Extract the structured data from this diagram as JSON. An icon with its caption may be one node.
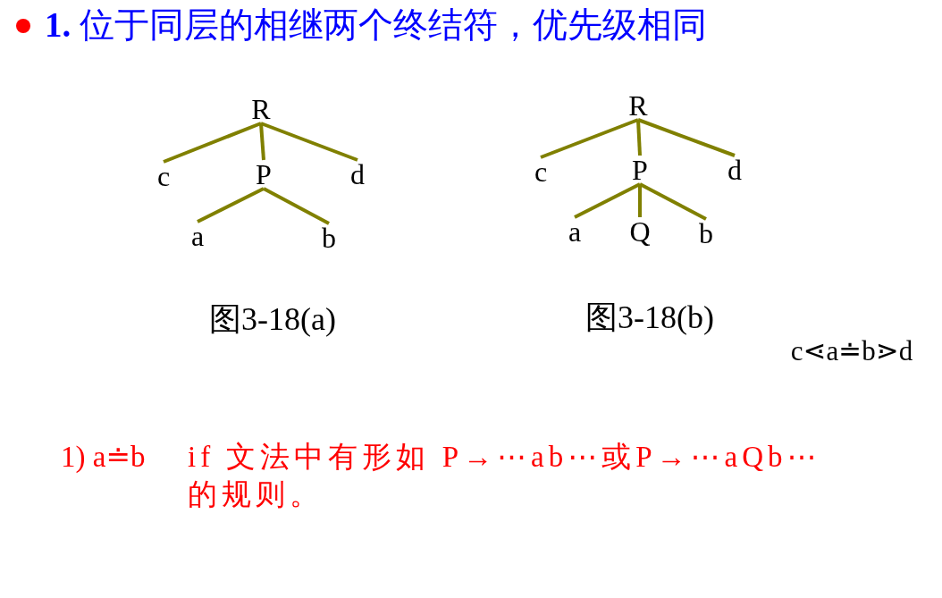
{
  "diagram": {
    "title": "**1.** 位于同层的相继两个终结符，优先级相同",
    "nodes": [
      {
        "text": [
          "R"
        ]
      },
      {
        "text": [
          "c"
        ]
      },
      {
        "text": [
          "P"
        ]
      },
      {
        "text": [
          "d"
        ]
      },
      {
        "text": [
          "a"
        ]
      },
      {
        "text": [
          "b"
        ]
      },
      {
        "text": [
          "R"
        ]
      },
      {
        "text": [
          "c"
        ]
      },
      {
        "text": [
          "P"
        ]
      },
      {
        "text": [
          "d"
        ]
      },
      {
        "text": [
          "a"
        ]
      },
      {
        "text": [
          "Q"
        ]
      },
      {
        "text": [
          "b"
        ]
      }
    ],
    "edges": [
      {
        "from": 0,
        "to": 1,
        "arrow": "none"
      },
      {
        "from": 0,
        "to": 2,
        "arrow": "none"
      },
      {
        "from": 0,
        "to": 3,
        "arrow": "none"
      },
      {
        "from": 2,
        "to": 4,
        "arrow": "none"
      },
      {
        "from": 2,
        "to": 5,
        "arrow": "none"
      },
      {
        "from": 6,
        "to": 7,
        "arrow": "none"
      },
      {
        "from": 6,
        "to": 8,
        "arrow": "none"
      },
      {
        "from": 6,
        "to": 9,
        "arrow": "none"
      },
      {
        "from": 8,
        "to": 10,
        "arrow": "none"
      },
      {
        "from": 8,
        "to": 11,
        "arrow": "none"
      },
      {
        "from": 8,
        "to": 12,
        "arrow": "none"
      }
    ],
    "labels": [
      "图3-18(a)",
      "图3-18(b)",
      "c⋖a≐b⋗d",
      "1) a≐b",
      "if 文法中有形如 P→⋯ab⋯或P→⋯aQb⋯的规则。"
    ]
  }
}
